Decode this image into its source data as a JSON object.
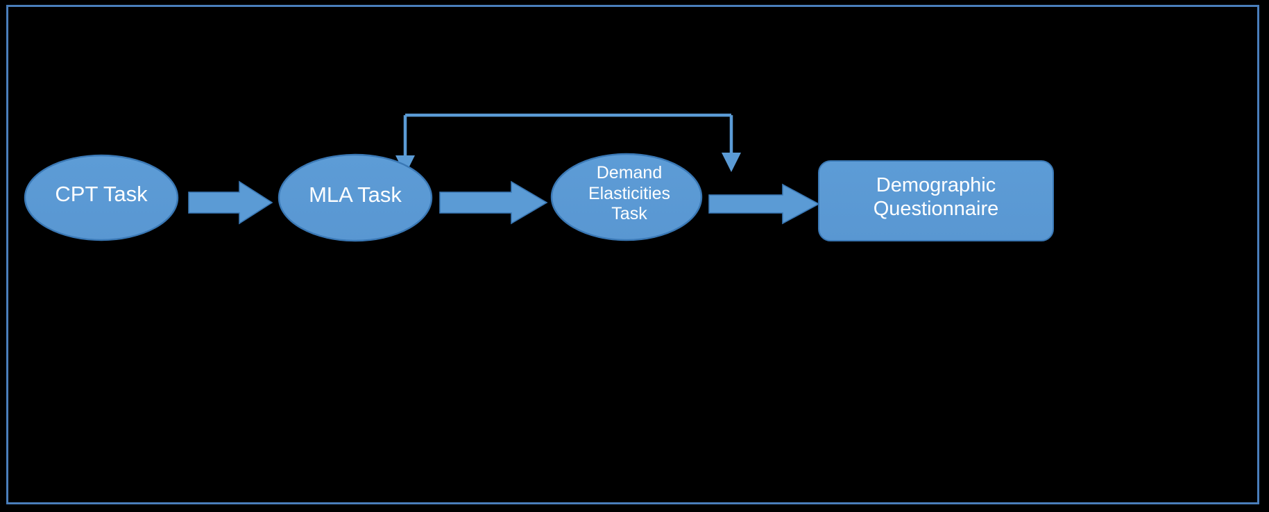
{
  "diagram": {
    "type": "flowchart",
    "title": "",
    "background_color": "#000000",
    "frame_border_color": "#4A7EBB",
    "node_fill_color": "#5B9BD5",
    "node_stroke_color": "#3A78B5",
    "arrow_color": "#5B9BD5",
    "arrow_stroke_color": "#3A78B5",
    "label_color": "#FFFFFF",
    "nodes": [
      {
        "id": "cpt",
        "shape": "ellipse",
        "label": "CPT Task"
      },
      {
        "id": "mla",
        "shape": "ellipse",
        "label": "MLA Task"
      },
      {
        "id": "demand",
        "shape": "ellipse",
        "label": "Demand\nElasticities\nTask"
      },
      {
        "id": "demo",
        "shape": "rounded-rectangle",
        "label": "Demographic\nQuestionnaire"
      }
    ],
    "edges": [
      {
        "id": "cpt-to-mla",
        "from": "cpt",
        "to": "mla",
        "style": "block-arrow",
        "label": ""
      },
      {
        "id": "mla-to-demand",
        "from": "mla",
        "to": "demand",
        "style": "block-arrow",
        "label": ""
      },
      {
        "id": "demand-to-demo",
        "from": "demand",
        "to": "demo",
        "style": "block-arrow",
        "label": ""
      },
      {
        "id": "branch-to-mla",
        "from": "branch",
        "to": "mla",
        "style": "line-arrow",
        "label": ""
      },
      {
        "id": "branch-to-demand",
        "from": "branch",
        "to": "demand",
        "style": "line-arrow",
        "label": ""
      }
    ]
  }
}
